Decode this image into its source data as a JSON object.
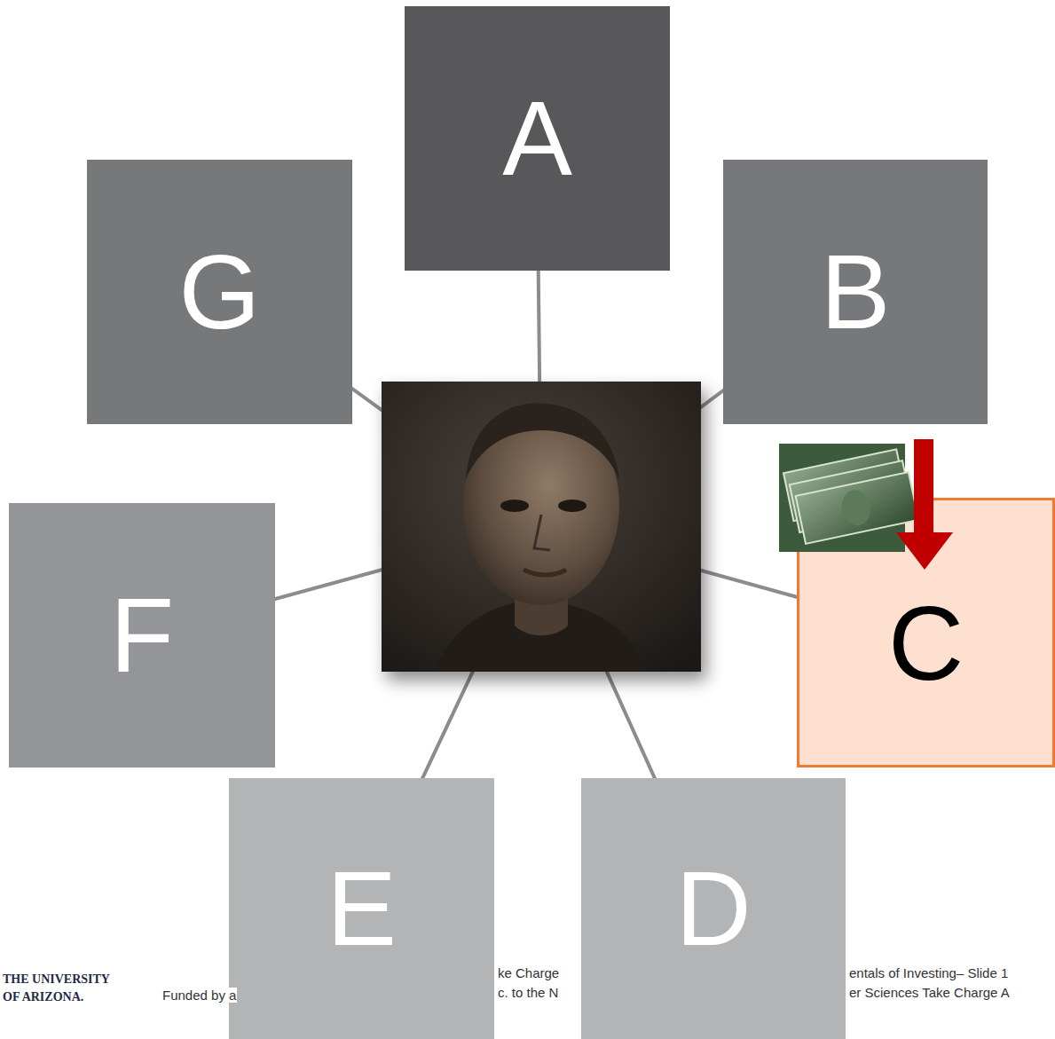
{
  "diagram": {
    "nodes": [
      {
        "text": [
          "A"
        ]
      },
      {
        "text": [
          "B"
        ]
      },
      {
        "text": [
          "C"
        ]
      },
      {
        "text": [
          "D"
        ]
      },
      {
        "text": [
          "E"
        ]
      },
      {
        "text": [
          "F"
        ]
      },
      {
        "text": [
          "G"
        ]
      }
    ],
    "labels": [
      "THE UNIVERSITY",
      "OF ARIZONA.",
      "Funded by a",
      "ke Charge",
      "c. to the N",
      "entals of Investing– Slide 1",
      "er Sciences  Take Charge A"
    ]
  }
}
